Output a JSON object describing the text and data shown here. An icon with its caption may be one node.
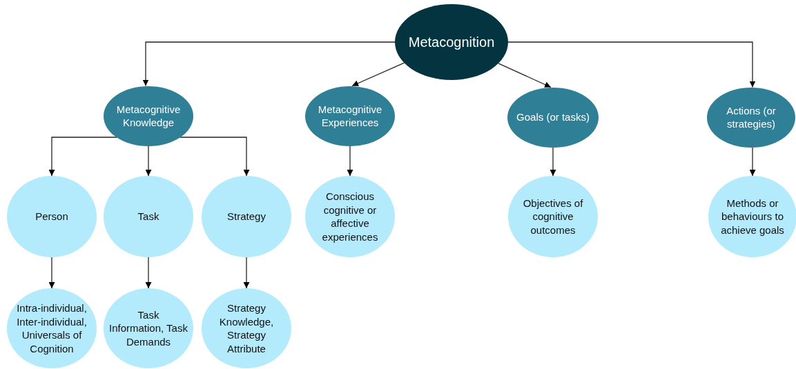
{
  "diagram": {
    "nodes": [
      {
        "text": [
          "Metacognition"
        ]
      },
      {
        "text": [
          "Metacognitive Knowledge"
        ]
      },
      {
        "text": [
          "Metacognitive Experiences"
        ]
      },
      {
        "text": [
          "Goals (or tasks)"
        ]
      },
      {
        "text": [
          "Actions (or strategies)"
        ]
      },
      {
        "text": [
          "Person"
        ]
      },
      {
        "text": [
          "Task"
        ]
      },
      {
        "text": [
          "Strategy"
        ]
      },
      {
        "text": [
          "Conscious cognitive or affective experiences"
        ]
      },
      {
        "text": [
          "Objectives of cognitive outcomes"
        ]
      },
      {
        "text": [
          "Methods or behaviours to achieve goals"
        ]
      },
      {
        "text": [
          "Intra-individual, Inter-individual, Universals of Cognition"
        ]
      },
      {
        "text": [
          "Task Information, Task Demands"
        ]
      },
      {
        "text": [
          "Strategy Knowledge, Strategy Attribute"
        ]
      }
    ],
    "edges": [
      {
        "from": 0,
        "to": 1,
        "arrow": "to"
      },
      {
        "from": 0,
        "to": 2,
        "arrow": "to"
      },
      {
        "from": 0,
        "to": 3,
        "arrow": "to"
      },
      {
        "from": 0,
        "to": 4,
        "arrow": "to"
      },
      {
        "from": 1,
        "to": 5,
        "arrow": "to"
      },
      {
        "from": 1,
        "to": 6,
        "arrow": "to"
      },
      {
        "from": 1,
        "to": 7,
        "arrow": "to"
      },
      {
        "from": 2,
        "to": 8,
        "arrow": "to"
      },
      {
        "from": 3,
        "to": 9,
        "arrow": "to"
      },
      {
        "from": 4,
        "to": 10,
        "arrow": "to"
      },
      {
        "from": 5,
        "to": 11,
        "arrow": "to"
      },
      {
        "from": 6,
        "to": 12,
        "arrow": "to"
      },
      {
        "from": 7,
        "to": 13,
        "arrow": "to"
      }
    ]
  }
}
